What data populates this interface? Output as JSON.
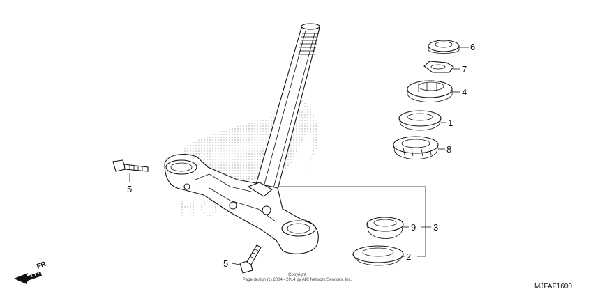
{
  "callouts": {
    "p6": "6",
    "p7": "7",
    "p4": "4",
    "p1": "1",
    "p8": "8",
    "p5a": "5",
    "p5b": "5",
    "p9": "9",
    "p3": "3",
    "p2": "2"
  },
  "copyright": {
    "line1": "Copyright",
    "line2": "Page design (c) 2004 - 2014 by ARI Network Services, Inc."
  },
  "diagram_code": "MJFAF1600",
  "direction_label": "FR.",
  "watermark_text": "HONDA"
}
